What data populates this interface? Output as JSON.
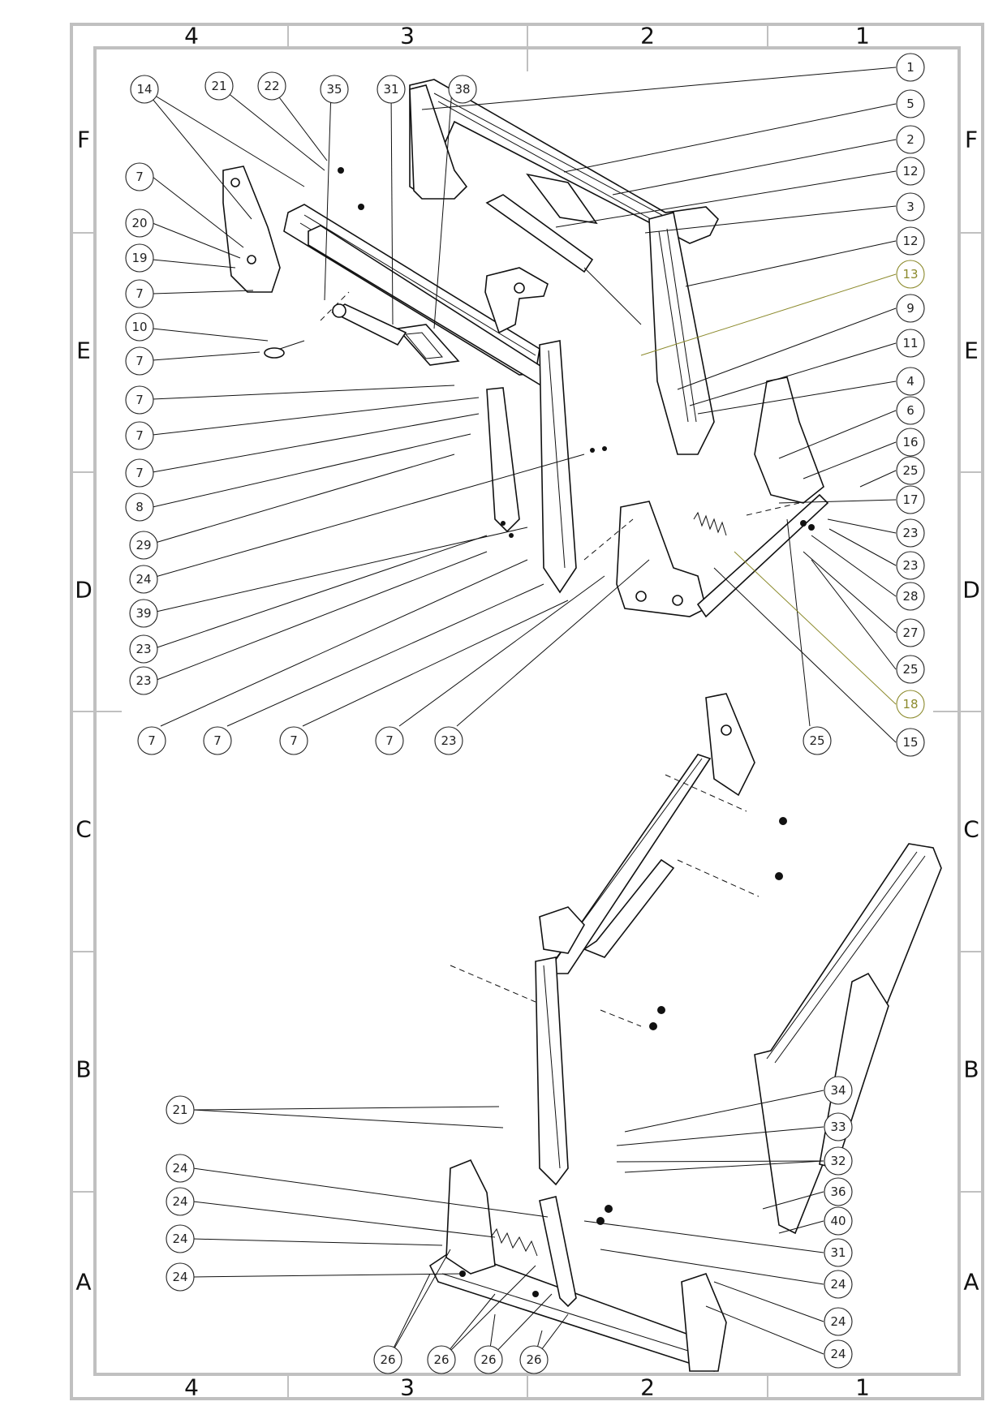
{
  "drawing": {
    "type": "exploded assembly view",
    "colors": {
      "frame": "#c0c0c0",
      "ink": "#111111",
      "highlight": "#8c8a2c"
    },
    "zone_columns_top": [
      "4",
      "3",
      "2",
      "1"
    ],
    "zone_columns_bottom": [
      "4",
      "3",
      "2",
      "1"
    ],
    "zone_rows_left": [
      "F",
      "E",
      "D",
      "C",
      "B",
      "A"
    ],
    "zone_rows_right": [
      "F",
      "E",
      "D",
      "C",
      "B",
      "A"
    ]
  },
  "upper_view": {
    "top_balloons": [
      "14",
      "21",
      "22",
      "35",
      "31",
      "38"
    ],
    "left_balloons": [
      "7",
      "20",
      "19",
      "7",
      "10",
      "7",
      "7",
      "7",
      "7",
      "8",
      "29",
      "24",
      "39",
      "23",
      "23"
    ],
    "bottom_row_balloons": [
      "7",
      "7",
      "7",
      "7",
      "23",
      "25"
    ],
    "right_balloons": [
      "1",
      "5",
      "2",
      "12",
      "3",
      "12",
      "13",
      "9",
      "11",
      "4",
      "6",
      "16",
      "25",
      "17",
      "23",
      "23",
      "28",
      "27",
      "25",
      "18",
      "15"
    ],
    "highlighted": [
      "13",
      "18"
    ]
  },
  "lower_view": {
    "left_balloons": [
      "21",
      "24",
      "24",
      "24",
      "24"
    ],
    "bottom_balloons": [
      "26",
      "26",
      "26",
      "26"
    ],
    "right_balloons": [
      "34",
      "33",
      "32",
      "36",
      "40",
      "31",
      "24",
      "24",
      "24"
    ]
  }
}
